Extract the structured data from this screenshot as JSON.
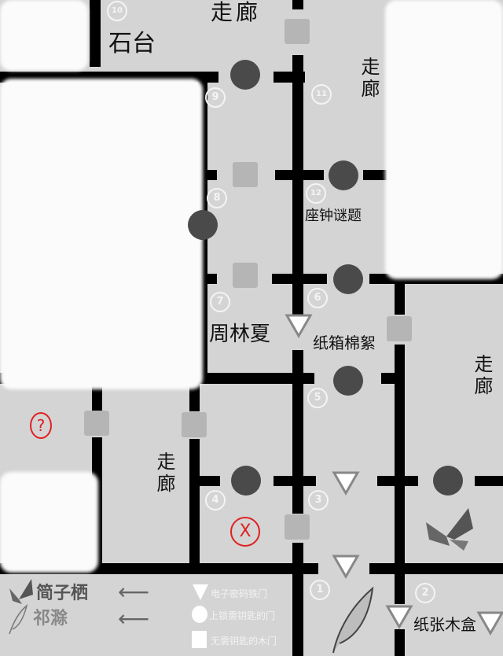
{
  "rooms": {
    "stone_platform": "石台",
    "corridor": "走廊",
    "clock_puzzle": "座钟谜题",
    "zhou_linxia": "周林夏",
    "carton_cotton": "纸箱棉絮",
    "paper_wood_box": "纸张木盒"
  },
  "room_numbers": [
    "1",
    "2",
    "3",
    "4",
    "5",
    "6",
    "7",
    "8",
    "9",
    "10",
    "11",
    "12"
  ],
  "markers": {
    "question": "?",
    "cross": "X"
  },
  "legend": {
    "characters": [
      {
        "name": "简子栖",
        "icon": "butterfly-icon",
        "arrow": "⟵"
      },
      {
        "name": "祁滁",
        "icon": "feather-icon",
        "arrow": "⟵"
      }
    ],
    "door_types": [
      {
        "icon": "triangle-icon",
        "label": "电子密码铁门"
      },
      {
        "icon": "circle-icon",
        "label": "上锁需钥匙的门"
      },
      {
        "icon": "square-icon",
        "label": "无需钥匙的木门"
      }
    ]
  },
  "colors": {
    "floor": "#d4d4d4",
    "wall": "#000000",
    "locked_door": "#4a4a4a",
    "wood_door": "#b5b5b5",
    "marker": "#e02020"
  }
}
